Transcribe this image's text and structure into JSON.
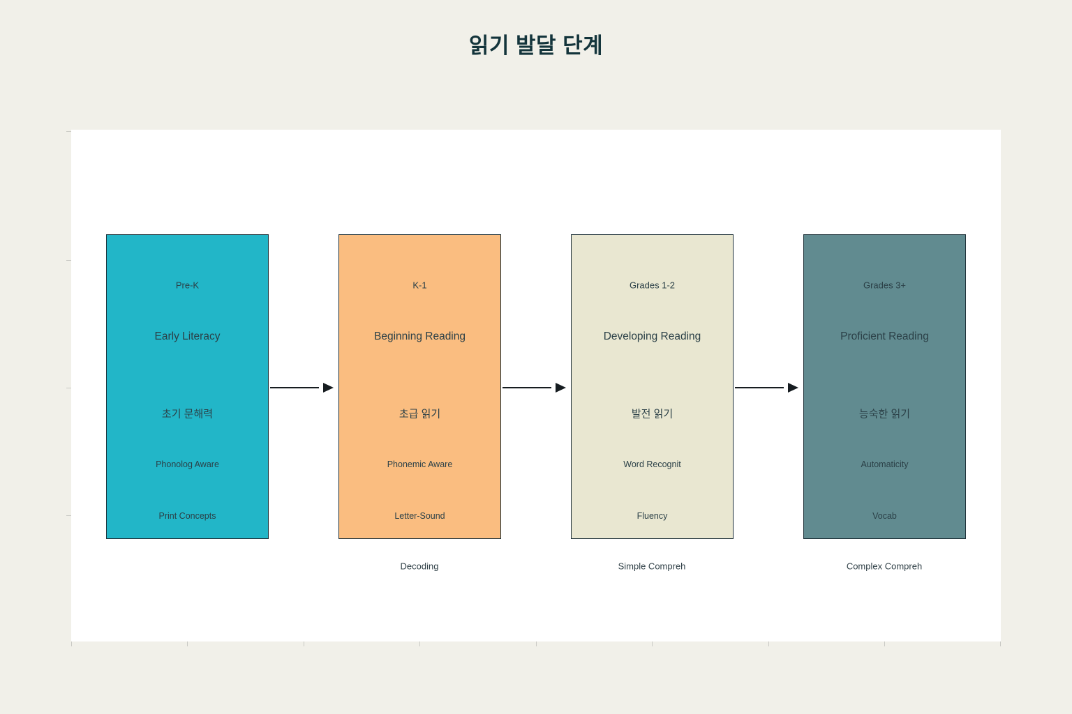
{
  "title": "읽기 발달 단계",
  "stages": [
    {
      "grade": "Pre-K",
      "name_en": "Early Literacy",
      "name_ko": "초기 문해력",
      "skill_1": "Phonolog Aware",
      "skill_2": "Print Concepts",
      "color": "#22b6c8"
    },
    {
      "grade": "K-1",
      "name_en": "Beginning Reading",
      "name_ko": "초급 읽기",
      "skill_1": "Phonemic Aware",
      "skill_2": "Letter-Sound",
      "sub_label": "Decoding",
      "color": "#fabd80"
    },
    {
      "grade": "Grades 1-2",
      "name_en": "Developing Reading",
      "name_ko": "발전 읽기",
      "skill_1": "Word Recognit",
      "skill_2": "Fluency",
      "sub_label": "Simple Compreh",
      "color": "#e9e7d1"
    },
    {
      "grade": "Grades 3+",
      "name_en": "Proficient Reading",
      "name_ko": "능숙한 읽기",
      "skill_1": "Automaticity",
      "skill_2": "Vocab",
      "sub_label": "Complex Compreh",
      "color": "#618b90"
    }
  ],
  "colors": {
    "page_background": "#f1f0e9",
    "panel_background": "#ffffff",
    "title_text": "#13343b",
    "box_text": "#2b4047",
    "box_border": "#1d3038",
    "arrow": "#161c20",
    "tick": "#c9c9c4"
  }
}
